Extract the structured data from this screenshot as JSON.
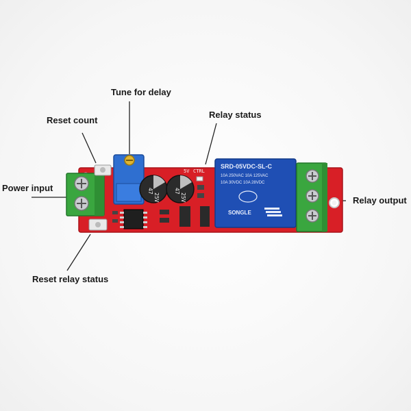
{
  "labels": {
    "tune_for_delay": "Tune for delay",
    "reset_count": "Reset count",
    "relay_status": "Relay status",
    "power_input": "Power input",
    "relay_output": "Relay output",
    "reset_relay_status": "Reset relay status"
  },
  "board": {
    "capacitor_top": "47",
    "capacitor_voltage": "25V",
    "relay_model": "SRD-05VDC-SL-C",
    "relay_brand": "SONGLE",
    "relay_rating_1": "10A 250VAC 10A 125VAC",
    "relay_rating_2": "10A 30VDC 10A 28VDC",
    "led_label": "CTRL",
    "supply_label": "5V"
  },
  "colors": {
    "pcb": "#d81f26",
    "relay": "#1f4fb4",
    "terminal": "#3aa63f",
    "potentiometer": "#2f6fd0"
  }
}
